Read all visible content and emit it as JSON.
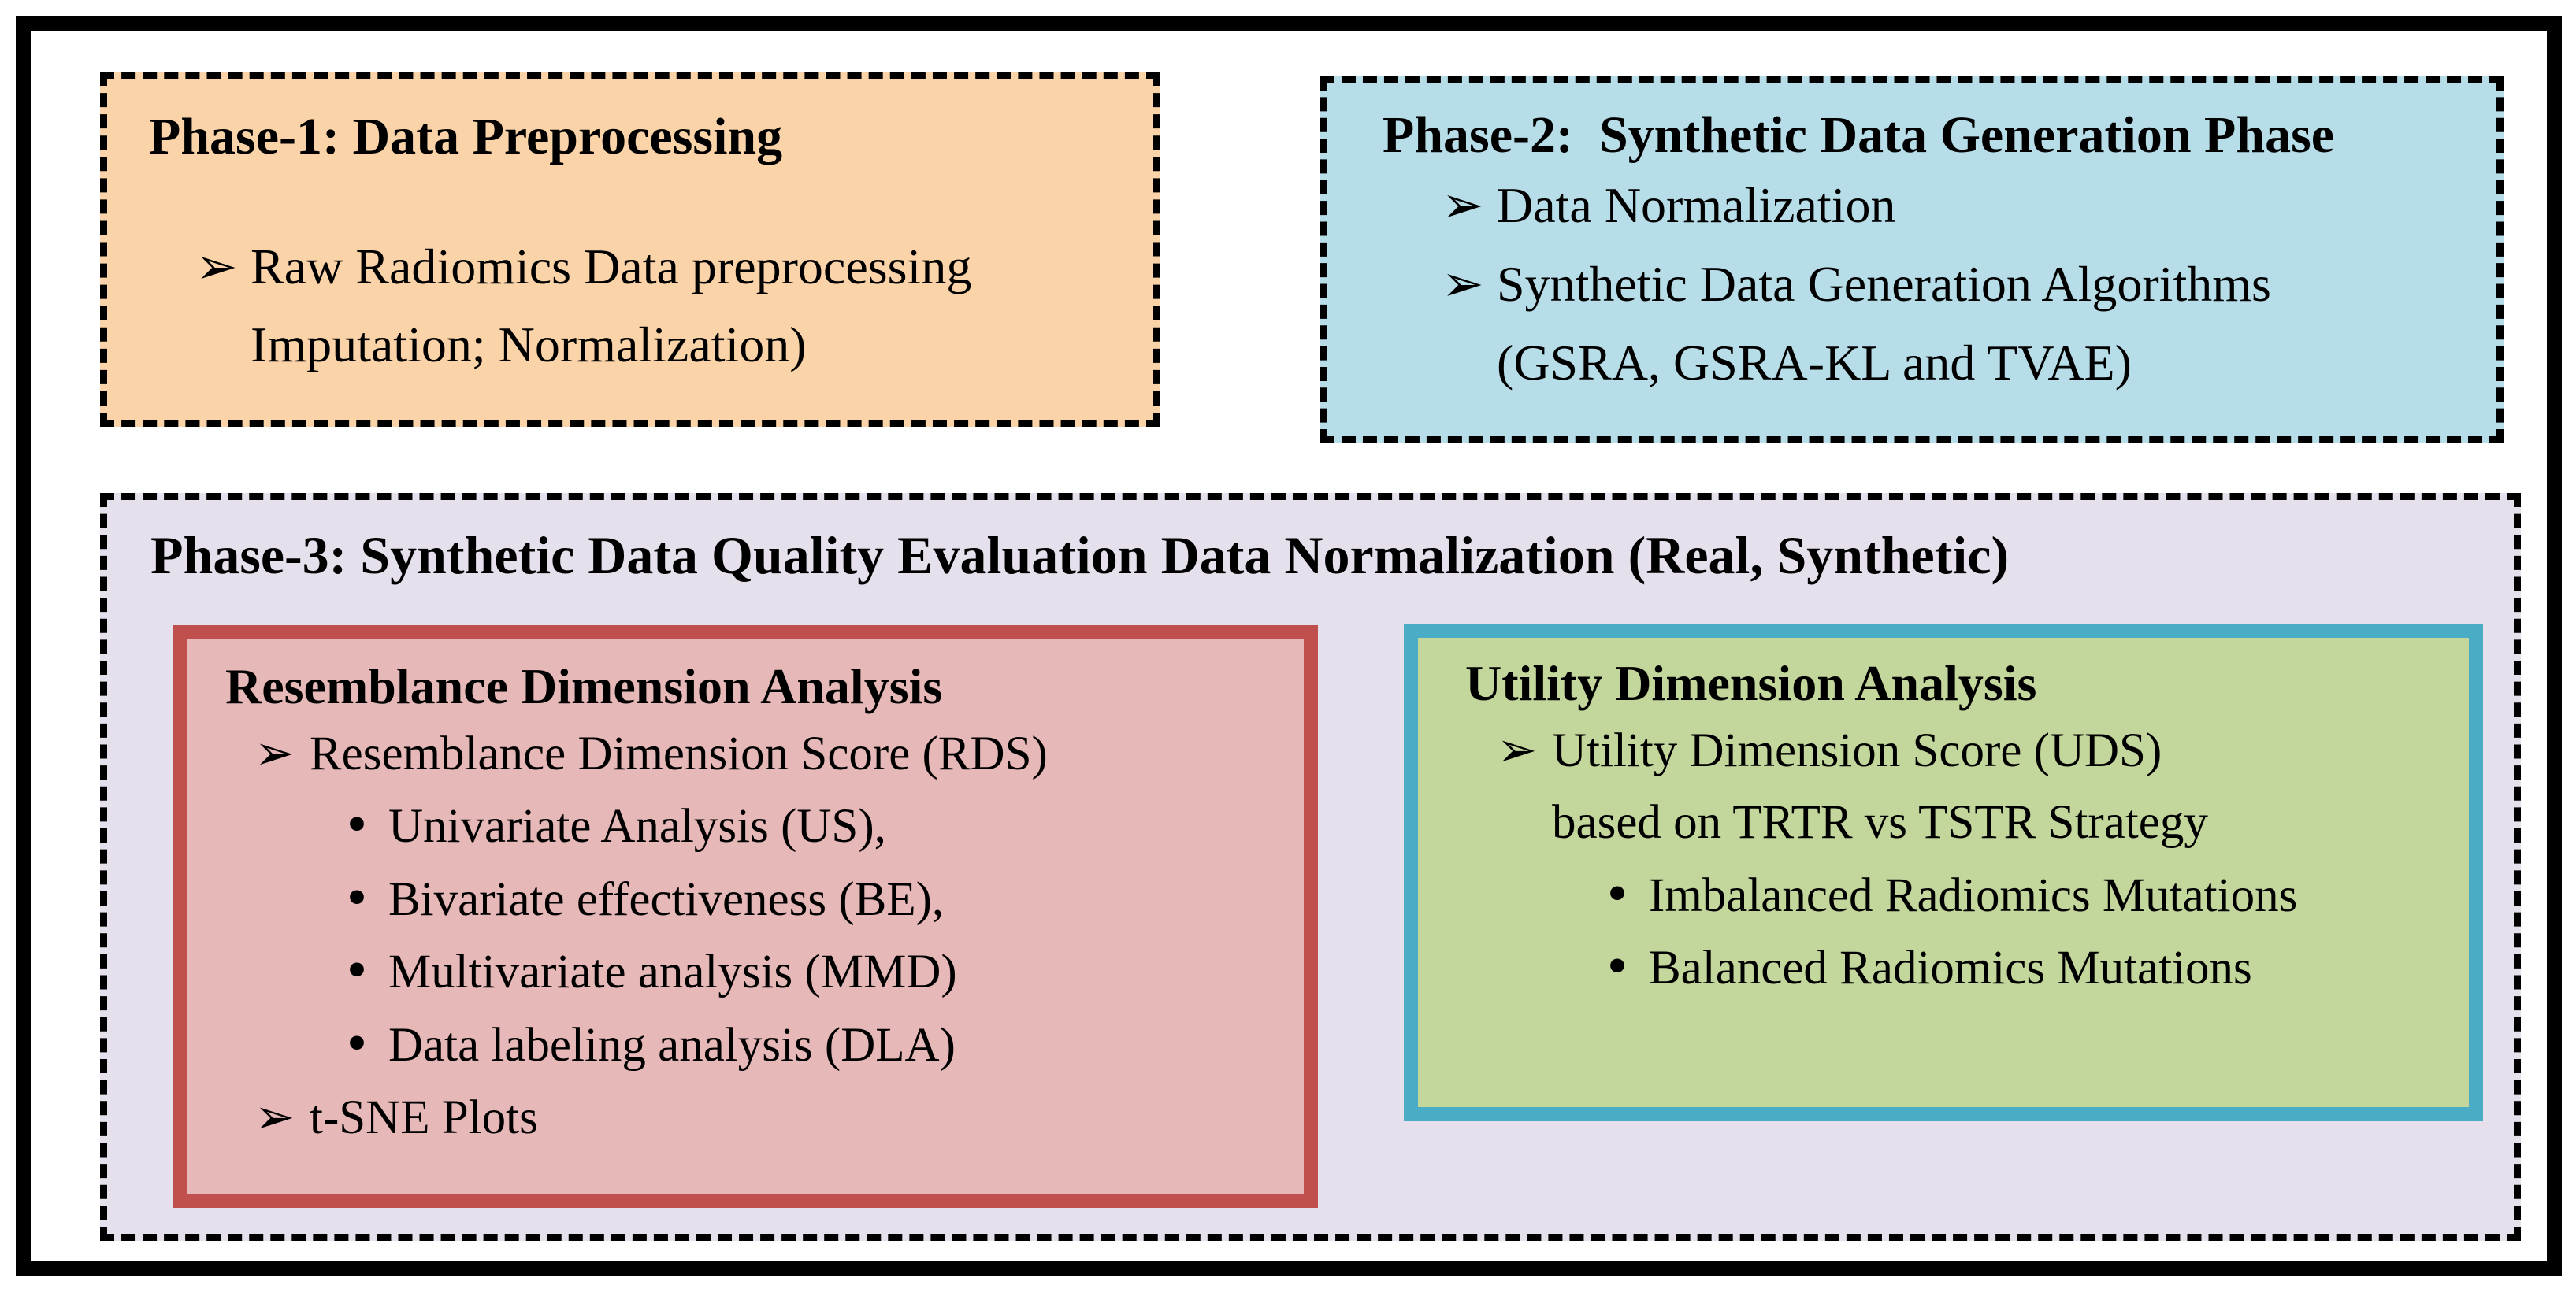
{
  "icons": {
    "arrow_bullet": "➢",
    "dot_bullet": "•"
  },
  "colors": {
    "frame_border": "#000000",
    "dashed_border": "#000000",
    "phase1_fill": "#FAD3A8",
    "phase2_fill": "#B7DEE8",
    "phase3_fill": "#E5E0EC",
    "resemblance_fill": "#E6B8B7",
    "resemblance_border": "#C0504D",
    "utility_fill": "#C3D69B",
    "utility_border": "#4BACC6",
    "text": "#000000"
  },
  "phase1": {
    "title": "Phase-1: Data Preprocessing",
    "items": [
      {
        "marker": "arrow",
        "lines": [
          "Raw Radiomics Data preprocessing",
          "Imputation; Normalization)"
        ]
      }
    ]
  },
  "phase2": {
    "title": "Phase-2:  Synthetic Data Generation Phase",
    "items": [
      {
        "marker": "arrow",
        "lines": [
          "Data Normalization"
        ]
      },
      {
        "marker": "arrow",
        "lines": [
          "Synthetic Data Generation Algorithms",
          "(GSRA, GSRA-KL and TVAE)"
        ]
      }
    ]
  },
  "phase3": {
    "title": "Phase-3: Synthetic Data Quality Evaluation Data Normalization (Real, Synthetic)",
    "resemblance": {
      "title": "Resemblance Dimension Analysis",
      "items": [
        {
          "marker": "arrow",
          "level": 1,
          "lines": [
            "Resemblance Dimension Score (RDS)"
          ]
        },
        {
          "marker": "dot",
          "level": 2,
          "lines": [
            "Univariate Analysis (US),"
          ]
        },
        {
          "marker": "dot",
          "level": 2,
          "lines": [
            "Bivariate effectiveness (BE),"
          ]
        },
        {
          "marker": "dot",
          "level": 2,
          "lines": [
            "Multivariate analysis (MMD)"
          ]
        },
        {
          "marker": "dot",
          "level": 2,
          "lines": [
            "Data labeling analysis (DLA)"
          ]
        },
        {
          "marker": "arrow",
          "level": 1,
          "lines": [
            "t-SNE Plots"
          ]
        }
      ]
    },
    "utility": {
      "title": "Utility Dimension Analysis",
      "items": [
        {
          "marker": "arrow",
          "level": 1,
          "lines": [
            "Utility Dimension Score (UDS)",
            "based on TRTR vs TSTR Strategy"
          ]
        },
        {
          "marker": "dot",
          "level": 2,
          "lines": [
            "Imbalanced Radiomics Mutations"
          ]
        },
        {
          "marker": "dot",
          "level": 2,
          "lines": [
            "Balanced Radiomics Mutations"
          ]
        }
      ]
    }
  }
}
